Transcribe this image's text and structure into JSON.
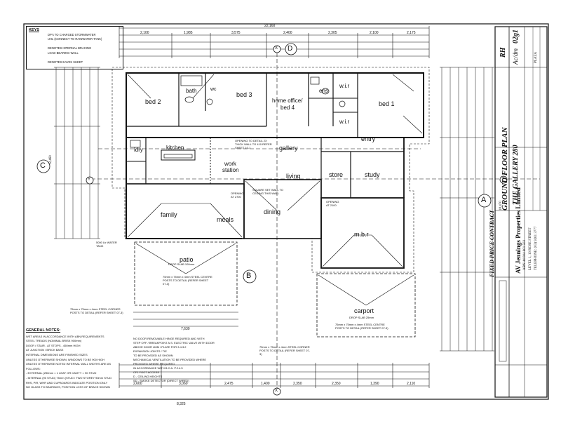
{
  "keys": {
    "title": "KEYS",
    "items": [
      "DP's TO CHARGED STORMWATER",
      "UHL (CONNECT TO RAINWATER TANK)",
      "DENOTES INTERNAL BRACING",
      "LOAD BEARING WALL",
      "DENOTES EAVES SHEET"
    ]
  },
  "rooms": {
    "bed2": "bed 2",
    "bath": "bath",
    "wc": "wc",
    "bed3": "bed 3",
    "home_office": "home office/",
    "bed4": "bed 4",
    "ens": "ens",
    "wir_top": "w.i.r",
    "wir_bot": "w.i.r",
    "bed1": "bed 1",
    "ldry": "ldry",
    "kitchen": "kitchen",
    "gallery": "gallery",
    "entry": "entry",
    "work_station_1": "work",
    "work_station_2": "station",
    "living": "living",
    "store": "store",
    "study": "study",
    "family": "family",
    "meals": "meals",
    "dining": "dining",
    "mbr": "m.b.r",
    "patio": "patio",
    "carport": "carport"
  },
  "markers": {
    "a": "A",
    "b": "B",
    "c": "C",
    "d": "D",
    "x": "X",
    "y": "Y"
  },
  "dims": {
    "overall_width": "22,160",
    "top_row": [
      "2,100",
      "1,985",
      "3,575",
      "2,400",
      "2,305",
      "2,100",
      "2,175"
    ],
    "bottom_overall": "8,325",
    "bottom_row": [
      "2,600",
      "3,060",
      "2,475",
      "1,400",
      "2,350",
      "2,350",
      "1,390",
      "2,110"
    ],
    "patio_w": "7,630",
    "left_overall": "12,460",
    "right_overall": "18,470"
  },
  "annotations": {
    "patio_drop": "DROP SLAB 100mm",
    "patio_posts": "75mm x 75mm x 4mm STEEL CENTRE POSTS TO DETAIL (REFER SHEET 07-3)",
    "corner_post": "75mm x 75mm x 4mm STEEL CORNER POSTS TO DETAIL (REFER SHEET 07-3)",
    "carport_drop": "DROP SLAB 25mm",
    "carport_posts": "75mm x 75mm x 4mm STEEL CENTRE POSTS TO DETAIL (REFER SHEET 07-3)",
    "carport_posts2": "75mm x 75mm x 4mm STEEL CORNER POSTS TO DETAIL (REFER SHEET 07-3)",
    "opening_gallery": "OPENING TO DETAIL 2X THICK WALL TO 410 REFER SHEET 10-1",
    "square_set": "SQUARE SET WALL TO CEILING THIS WALL",
    "water_tank": "5000 Ltr WATER TANK",
    "opening_2700": "OPENING AT 2700",
    "opening_2100": "OPENING AT 2100"
  },
  "general_notes": {
    "title": "GENERAL NOTES:",
    "lines": [
      "WET AREAS IN ACCORDANCE WITH ABN REQUIREMENTS",
      "STEEL TREADS (NOMINAL BRISK 900mm)",
      "DOOR / STAIR - AT STOPS - 450mm HIGH",
      "AT JUNCTION / BRICK BASE",
      "INTERNAL DIMENSIONS ARE FINISHED SIZES",
      "UNLESS OTHERWISE SHOWN, WINDOWS TO BE 900 HIGH",
      "UNLESS OTHERWISE NOTED INTERNAL WALL WIDTHS ARE AS FOLLOWS:",
      "- EXTERNAL (250mm = 1 LEAF OR CAVITY = 90 STUD",
      "- INTERNAL (90 STUD) 75mm (STUD / TWO STOREY 90mm STUD",
      "RHS, PIR, WHR AND CUPBOARDS INDICATE POSITION ONLY",
      "NO GLASS TO BEARINGS, POSITION LOSS OF BRACE SHOWN"
    ]
  },
  "mid_notes": [
    "NO DOOR REMOVABLE HINGE REQUIRED AND WITH",
    "STEP OFF / BREAKPOINT A.S. ELECTRIC VALVE WITH DOOR",
    "ABOVE DOOR 4MM / PLATE FOR 3.4.3.2",
    "EXPANSION JOINTS / TIE",
    "TO BE PROVIDED AS SHOWN",
    "MECHANICAL VENTILATION TO BE PROVIDED WHERE",
    "PROVIDED WHERE REQUIRED",
    "IN ACCORDANCE WITH B.C.A. P.2.4.5",
    "CF1 FOOT ACCESS",
    "D - CEILING HEIGHTS",
    "SD - SMOKE DETECTOR (DIRECT WIRED)"
  ],
  "title_block": {
    "plan_title": "GROUND FLOOR PLAN",
    "house_name": "THE GALLERY 280",
    "facade": "PLAZA",
    "company": "AV Jennings Properties Limited",
    "company_line2": "ABN 44 004 601 503",
    "company_line3": "LEVEL 1, 10 ROSE STREET",
    "company_line4": "TELEPHONE: (03) 9261 3777",
    "contract": "FIXED PRICE CONTRACT",
    "sheet_code": "RH",
    "sheet_num": "02g1",
    "scale_note": "Ac/dm"
  }
}
